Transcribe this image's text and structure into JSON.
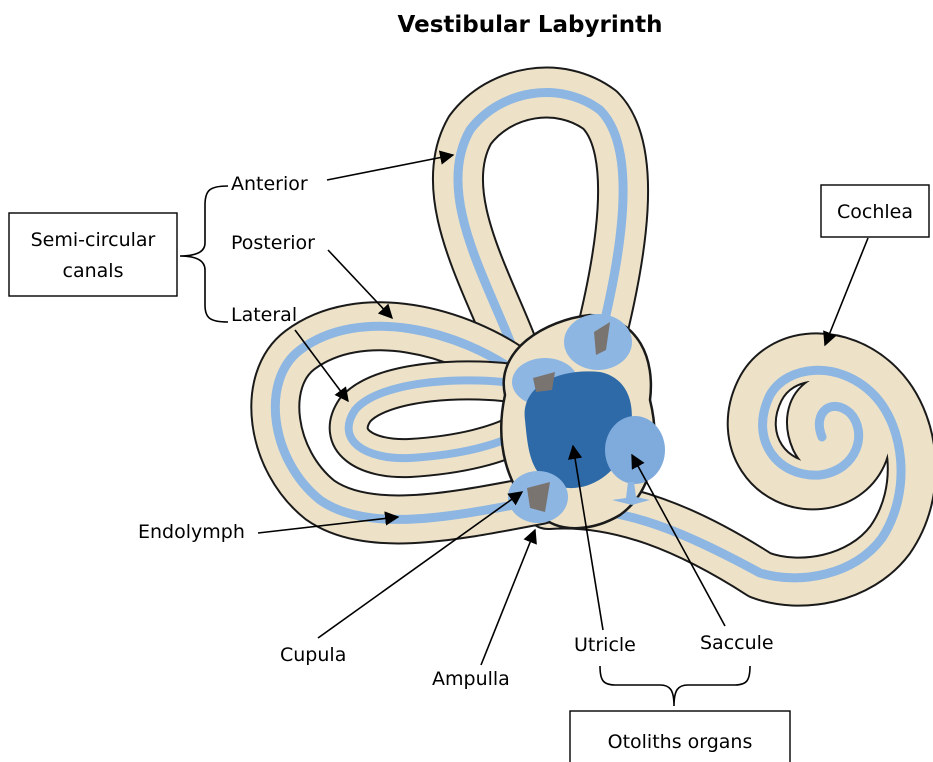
{
  "title": "Vestibular Labyrinth",
  "labels": {
    "anterior": "Anterior",
    "posterior": "Posterior",
    "lateral": "Lateral",
    "semicircular_canals_line1": "Semi-circular",
    "semicircular_canals_line2": "canals",
    "cochlea": "Cochlea",
    "endolymph": "Endolymph",
    "cupula": "Cupula",
    "ampulla": "Ampulla",
    "utricle": "Utricle",
    "saccule": "Saccule",
    "otoliths_organs": "Otoliths organs"
  },
  "colors": {
    "bone": "#ede2c8",
    "endolymph": "#8db6e2",
    "utricle_dark": "#2e6aa8",
    "saccule": "#7fabdc",
    "cupula": "#7a7470",
    "outline": "#1a1a1a"
  }
}
